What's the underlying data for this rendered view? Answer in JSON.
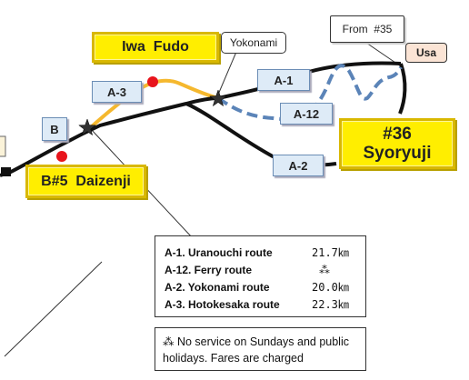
{
  "places": {
    "iwa_fudo": "Iwa  Fudo",
    "yokonami": "Yokonami",
    "from35": "From  #35",
    "usa": "Usa",
    "syoryuji_num": "#36",
    "syoryuji_name": "Syoryuji",
    "daizenji": "B#5  Daizenji"
  },
  "route_labels": {
    "a1": "A-1",
    "a12": "A-12",
    "a2": "A-2",
    "a3": "A-3",
    "b": "B"
  },
  "legend": {
    "rows": [
      {
        "name": "A-1. Uranouchi route",
        "value": "21.7㎞"
      },
      {
        "name": "A-12. Ferry route",
        "value": "⁂"
      },
      {
        "name": "A-2. Yokonami route",
        "value": "20.0㎞"
      },
      {
        "name": "A-3. Hotokesaka route",
        "value": "22.3㎞"
      }
    ]
  },
  "note": {
    "symbol": "⁂",
    "text": " No service on Sundays and public holidays. Fares are charged"
  },
  "colors": {
    "road": "#111111",
    "hotokesaka": "#f5b82e",
    "ferry": "#5b84b8",
    "marker": "#e8141c",
    "label_yellow": "#ffee00",
    "label_blue": "#deebf7",
    "usa_bg": "#fbe4d5"
  }
}
